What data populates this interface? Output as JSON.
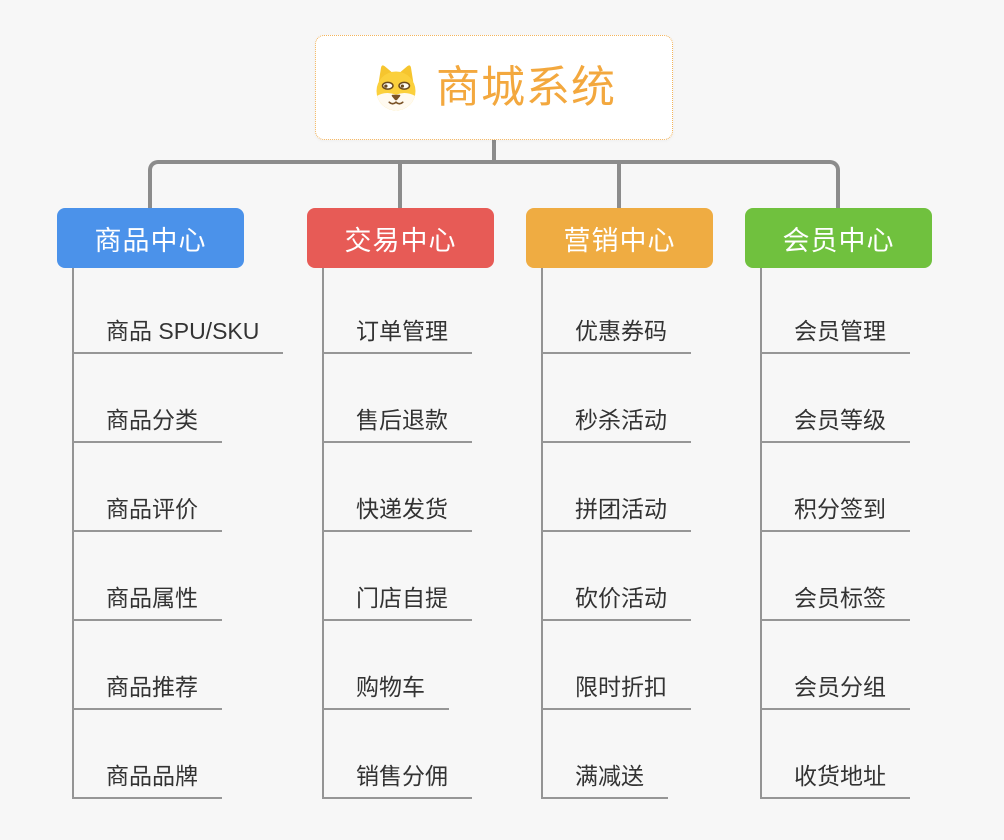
{
  "canvas": {
    "background_color": "#f7f7f7",
    "connector_color": "#8c8c8c",
    "child_line_color": "#969696",
    "child_text_color": "#333333"
  },
  "root": {
    "label": "商城系统",
    "color": "#f3a83e",
    "border_color": "#f3b45c",
    "icon": "shiba-dog-face-icon"
  },
  "branches": [
    {
      "label": "商品中心",
      "color": "#4b92ea",
      "children": [
        "商品 SPU/SKU",
        "商品分类",
        "商品评价",
        "商品属性",
        "商品推荐",
        "商品品牌"
      ]
    },
    {
      "label": "交易中心",
      "color": "#e75b56",
      "children": [
        "订单管理",
        "售后退款",
        "快递发货",
        "门店自提",
        "购物车",
        "销售分佣"
      ]
    },
    {
      "label": "营销中心",
      "color": "#efac42",
      "children": [
        "优惠券码",
        "秒杀活动",
        "拼团活动",
        "砍价活动",
        "限时折扣",
        "满减送"
      ]
    },
    {
      "label": "会员中心",
      "color": "#70c13e",
      "children": [
        "会员管理",
        "会员等级",
        "积分签到",
        "会员标签",
        "会员分组",
        "收货地址"
      ]
    }
  ]
}
